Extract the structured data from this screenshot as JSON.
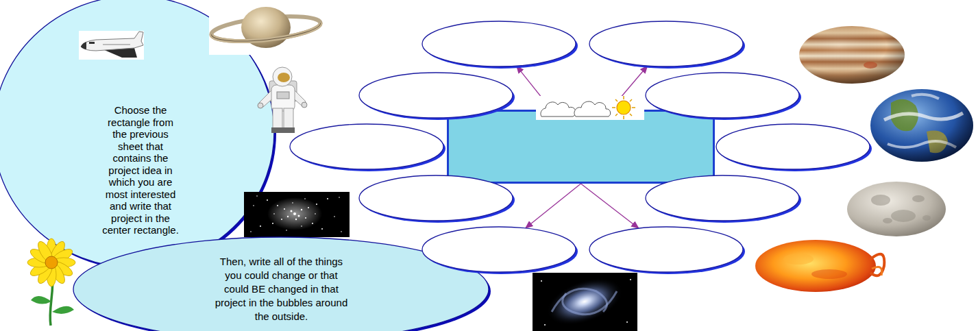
{
  "diagram": {
    "nodes": [
      {
        "text": [
          "Choose the rectangle from the previous sheet that contains the project idea in which you are most interested and write that project in the center rectangle."
        ]
      },
      {
        "text": []
      },
      {
        "text": []
      },
      {
        "text": []
      },
      {
        "text": []
      },
      {
        "text": []
      },
      {
        "text": []
      },
      {
        "text": []
      },
      {
        "text": []
      },
      {
        "text": []
      },
      {
        "text": [
          "Then, write all of the things you could change or that could BE changed in that project in the bubbles around the outside."
        ]
      },
      {
        "text": []
      },
      {
        "text": []
      }
    ],
    "edges": [
      {
        "from": 6,
        "to": 1,
        "arrow": "to"
      },
      {
        "from": 6,
        "to": 2,
        "arrow": "to"
      },
      {
        "from": 6,
        "to": 11,
        "arrow": "to"
      },
      {
        "from": 6,
        "to": 12,
        "arrow": "to"
      }
    ]
  }
}
